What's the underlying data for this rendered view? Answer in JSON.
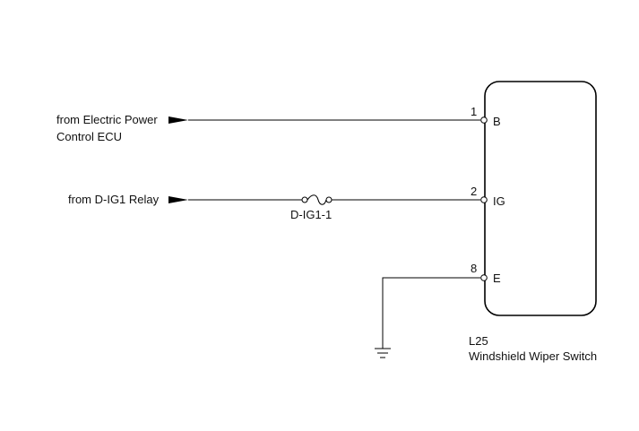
{
  "sources": {
    "electric_power_line1": "from Electric Power",
    "electric_power_line2": "Control ECU",
    "dig1_relay": "from D-IG1 Relay"
  },
  "fuse": {
    "label": "D-IG1-1"
  },
  "pins": [
    {
      "number": "1",
      "name": "B"
    },
    {
      "number": "2",
      "name": "IG"
    },
    {
      "number": "8",
      "name": "E"
    }
  ],
  "component": {
    "code": "L25",
    "name": "Windshield Wiper Switch"
  }
}
